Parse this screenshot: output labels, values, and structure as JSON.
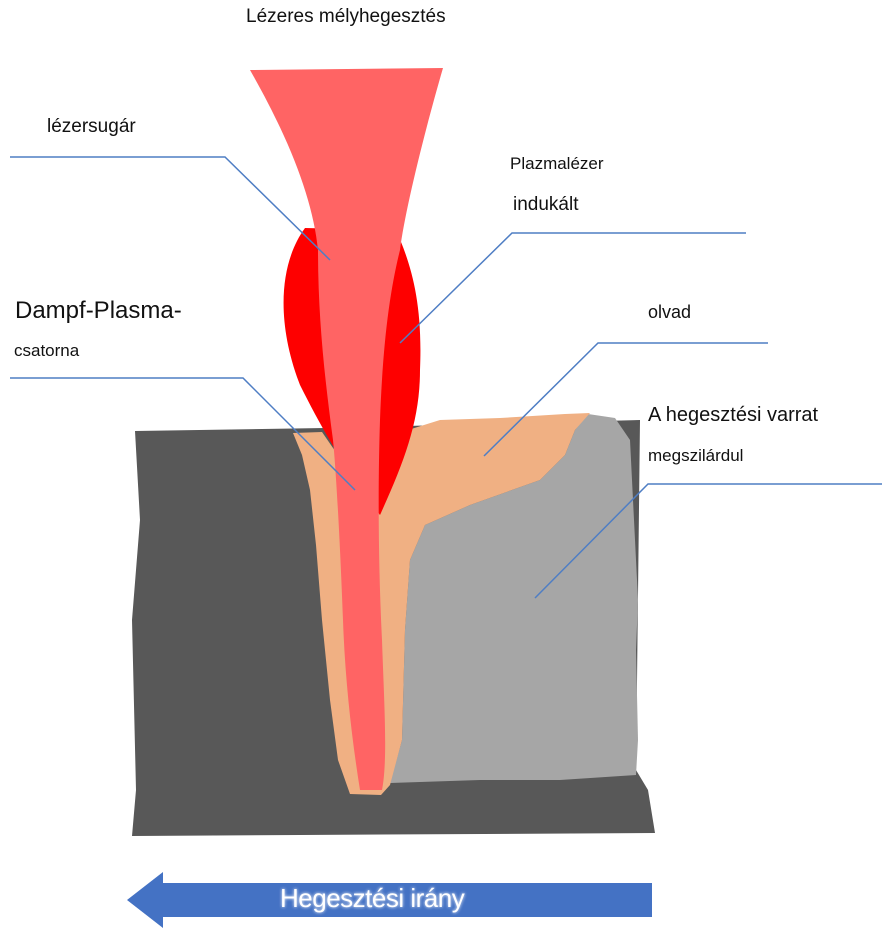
{
  "title": "Lézeres mélyhegesztés",
  "labels": {
    "laser_beam": "lézersugár",
    "plasma_line1": "Plazmalézer",
    "plasma_line2": "indukált",
    "vapor_channel_line1": "Dampf-Plasma-",
    "vapor_channel_line2": "csatorna",
    "melt": "olvad",
    "seam_line1": "A hegesztési varrat",
    "seam_line2": "megszilárdul"
  },
  "direction_label": "Hegesztési irány",
  "colors": {
    "workpiece": "#585858",
    "solidified_seam": "#a6a6a6",
    "melt_pool": "#f0b083",
    "laser_beam": "#ff6464",
    "plasma": "#fe0000",
    "leader_line": "#4f7ec4",
    "arrow": "#4472c4"
  }
}
